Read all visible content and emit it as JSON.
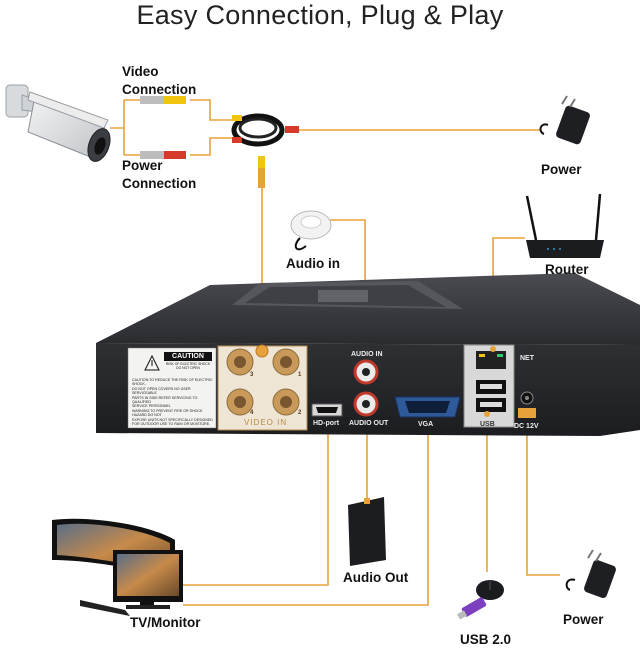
{
  "title": "Easy Connection, Plug & Play",
  "labels": {
    "video_connection": "Video Connection",
    "power_connection": "Power Connection",
    "power_top": "Power",
    "audio_in": "Audio in",
    "router": "Router",
    "audio_out": "Audio Out",
    "tv_monitor": "TV/Monitor",
    "usb": "USB 2.0",
    "power_bottom": "Power"
  },
  "panel": {
    "caution_title": "CAUTION",
    "caution_sub": "RISK OF ELECTRIC SHOCK\nDO NOT OPEN",
    "caution_text": "CAUTION:TO REDUCE THE RISK OF ELECTRIC SHOCK,\nDO NOT OPEN COVERS.NO USER SERVICEABLE\nPARTS IN SIDE.REFER SERVICING TO QUALIFIED\nSERVICE PERSONNEL\nWARNING:TO PREVENT FIRE OR SHOCK HAZARD DO NOT\nEXPOSE UNITS NOT SPECIFICALLY DESIGNED\nFOR OUTDOOR USE TO RAIN OR MOISTURE.",
    "video_in": "VIDEO IN",
    "hd_port": "HD-port",
    "audio_in": "AUDIO IN",
    "audio_out": "AUDIO OUT",
    "vga": "VGA",
    "usb": "USB",
    "net": "NET",
    "dc": "DC 12V",
    "bnc_numbers": [
      "1",
      "2",
      "3",
      "4"
    ]
  },
  "colors": {
    "wire": "#e8a23b",
    "device_body": "#2b2d31",
    "bnc_gold": "#c9995a"
  },
  "icons": [
    "camera-icon",
    "cable-icon",
    "power-adapter-icon",
    "microphone-icon",
    "router-icon",
    "speaker-icon",
    "monitor-icon",
    "usb-drive-icon",
    "mouse-icon"
  ]
}
